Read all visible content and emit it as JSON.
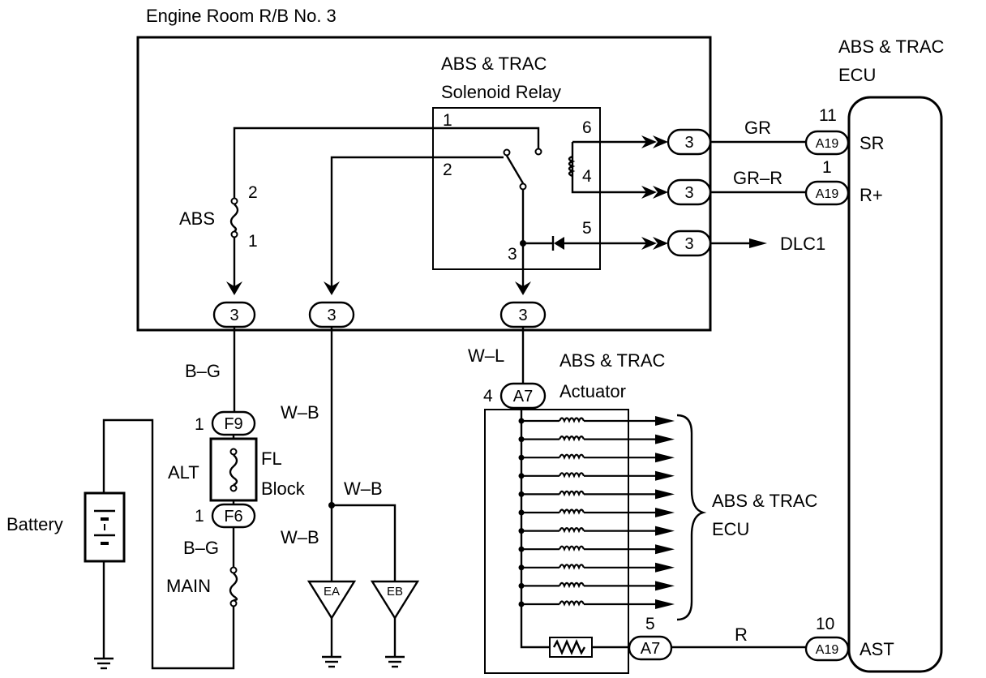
{
  "labels": {
    "engine_room_rb": "Engine Room R/B No. 3",
    "relay_title_1": "ABS & TRAC",
    "relay_title_2": "Solenoid Relay",
    "ecu_title_1": "ABS & TRAC",
    "ecu_title_2": "ECU",
    "actuator_title_1": "ABS & TRAC",
    "actuator_title_2": "Actuator",
    "ecu_brace_1": "ABS & TRAC",
    "ecu_brace_2": "ECU",
    "dlc1": "DLC1",
    "battery": "Battery",
    "fuse_abs": "ABS",
    "fuse_alt": "ALT",
    "fuse_main": "MAIN",
    "fl_block_1": "FL",
    "fl_block_2": "Block"
  },
  "ecu_terminals": {
    "sr": "SR",
    "r_plus": "R+",
    "ast": "AST"
  },
  "pins": {
    "relay_1": "1",
    "relay_2": "2",
    "relay_3": "3",
    "relay_4": "4",
    "relay_5": "5",
    "relay_6": "6",
    "abs_top": "2",
    "abs_bottom": "1",
    "a19_sr": "11",
    "a19_rplus": "1",
    "a19_ast": "10",
    "a7_top": "4",
    "a7_bottom": "5",
    "f9": "1",
    "f6": "1"
  },
  "connectors": {
    "c3": "3",
    "a19": "A19",
    "a7": "A7",
    "f9": "F9",
    "f6": "F6"
  },
  "wires": {
    "gr": "GR",
    "gr_r": "GR–R",
    "w_l": "W–L",
    "b_g_top": "B–G",
    "b_g_bottom": "B–G",
    "w_b_1": "W–B",
    "w_b_2": "W–B",
    "w_b_3": "W–B",
    "r": "R"
  },
  "grounds": {
    "ea": "EA",
    "eb": "EB"
  }
}
